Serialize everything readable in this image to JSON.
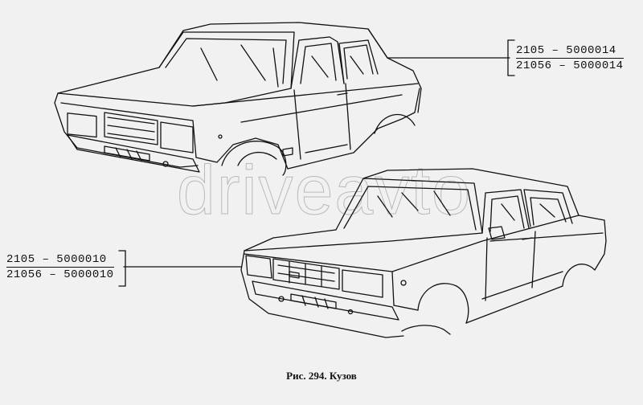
{
  "callouts": {
    "top": [
      "2105 – 5000014",
      "21056 – 5000014"
    ],
    "bottom": [
      "2105 – 5000010",
      "21056 – 5000010"
    ]
  },
  "caption": "Рис. 294. Кузов",
  "watermark": "driveavto",
  "colors": {
    "background": "#f1f1f1",
    "ink": "#111111"
  }
}
